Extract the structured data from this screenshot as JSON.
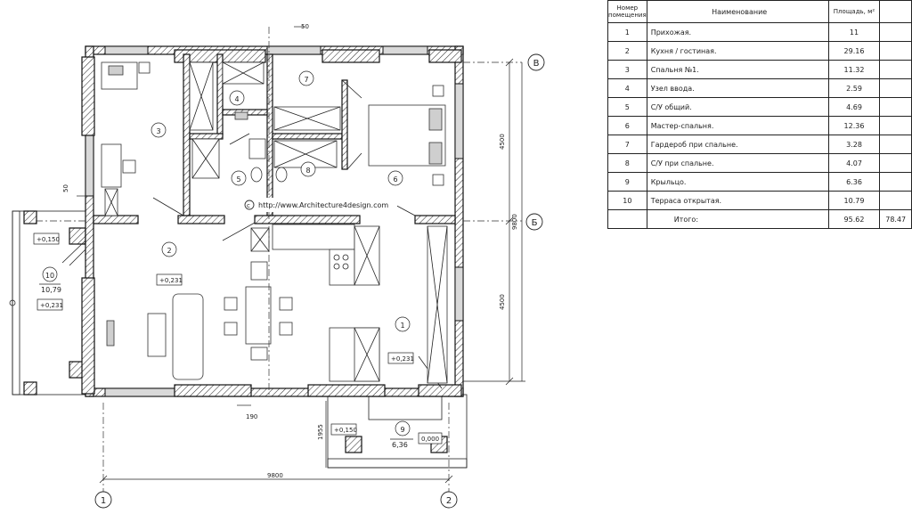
{
  "watermark": "http://www.Architecture4design.com",
  "table": {
    "headers": {
      "number": "Номер помещения",
      "name": "Наименование",
      "area": "Площадь, м²"
    },
    "rows": [
      {
        "num": "1",
        "name": "Прихожая.",
        "area": "11",
        "extra": ""
      },
      {
        "num": "2",
        "name": "Кухня / гостиная.",
        "area": "29.16",
        "extra": ""
      },
      {
        "num": "3",
        "name": "Спальня №1.",
        "area": "11.32",
        "extra": ""
      },
      {
        "num": "4",
        "name": "Узел ввода.",
        "area": "2.59",
        "extra": ""
      },
      {
        "num": "5",
        "name": "С/У общий.",
        "area": "4.69",
        "extra": ""
      },
      {
        "num": "6",
        "name": "Мастер-спальня.",
        "area": "12.36",
        "extra": ""
      },
      {
        "num": "7",
        "name": "Гардероб при спальне.",
        "area": "3.28",
        "extra": ""
      },
      {
        "num": "8",
        "name": "С/У при спальне.",
        "area": "4.07",
        "extra": ""
      },
      {
        "num": "9",
        "name": "Крыльцо.",
        "area": "6.36",
        "extra": ""
      },
      {
        "num": "10",
        "name": "Терраса открытая.",
        "area": "10.79",
        "extra": ""
      }
    ],
    "total": {
      "label": "Итого:",
      "area": "95.62",
      "extra": "78.47"
    }
  },
  "plan": {
    "rooms": {
      "r1": "1",
      "r2": "2",
      "r3": "3",
      "r4": "4",
      "r5": "5",
      "r6": "6",
      "r7": "7",
      "r8": "8",
      "r9": "9",
      "r10": "10"
    },
    "areas": {
      "terrace": "10,79",
      "porch": "6,36"
    },
    "levels": {
      "terrace_top": "+0,150",
      "terrace_side": "+0,231",
      "living": "+0,231",
      "hall": "+0,231",
      "porch": "+0,150",
      "ground": "0,000"
    },
    "dims": {
      "wall_top": "50",
      "wall_left": "50",
      "wall_bottom": "190",
      "total_width": "9800",
      "total_height": "9800",
      "upper_half": "4500",
      "lower_half": "4500",
      "porch_depth": "1955"
    },
    "axes": {
      "a1": "1",
      "a2": "2",
      "aB": "Б",
      "aV": "В"
    }
  },
  "colors": {
    "ink": "#222222",
    "window_fill": "#d9d9d9",
    "background": "#ffffff"
  }
}
